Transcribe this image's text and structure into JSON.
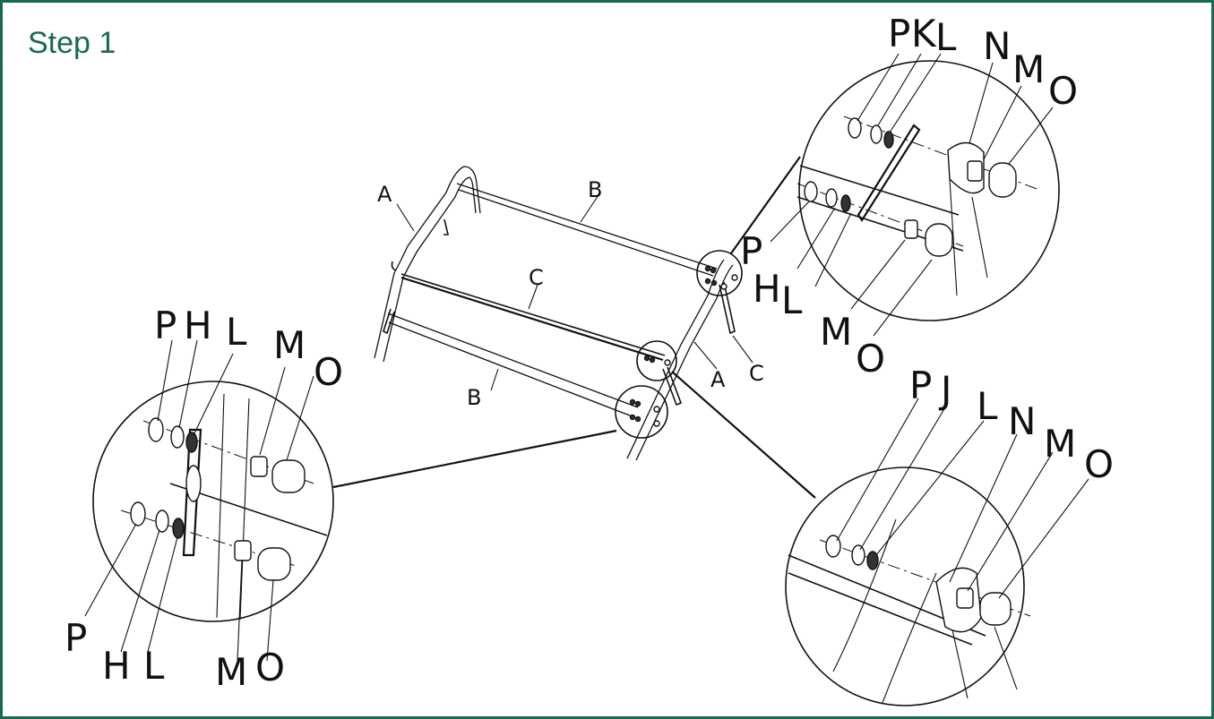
{
  "step_title": "Step 1",
  "colors": {
    "accent": "#176b4d",
    "line": "#111111"
  },
  "frame_labels": {
    "a_left": "A",
    "b_top": "B",
    "c_mid": "C",
    "b_bottom": "B",
    "a_right": "A",
    "c_right": "C"
  },
  "detail_top_right": {
    "labels": {
      "p1": "P",
      "k": "K",
      "l1": "L",
      "n": "N",
      "m1": "M",
      "o1": "O",
      "p2": "P",
      "h": "H",
      "l2": "L",
      "m2": "M",
      "o2": "O"
    }
  },
  "detail_left": {
    "labels": {
      "p1": "P",
      "h1": "H",
      "l1": "L",
      "m1": "M",
      "o1": "O",
      "p2": "P",
      "h2": "H",
      "l2": "L",
      "m2": "M",
      "o2": "O"
    }
  },
  "detail_bottom_right": {
    "labels": {
      "p": "P",
      "j": "J",
      "l": "L",
      "n": "N",
      "m": "M",
      "o": "O"
    }
  }
}
